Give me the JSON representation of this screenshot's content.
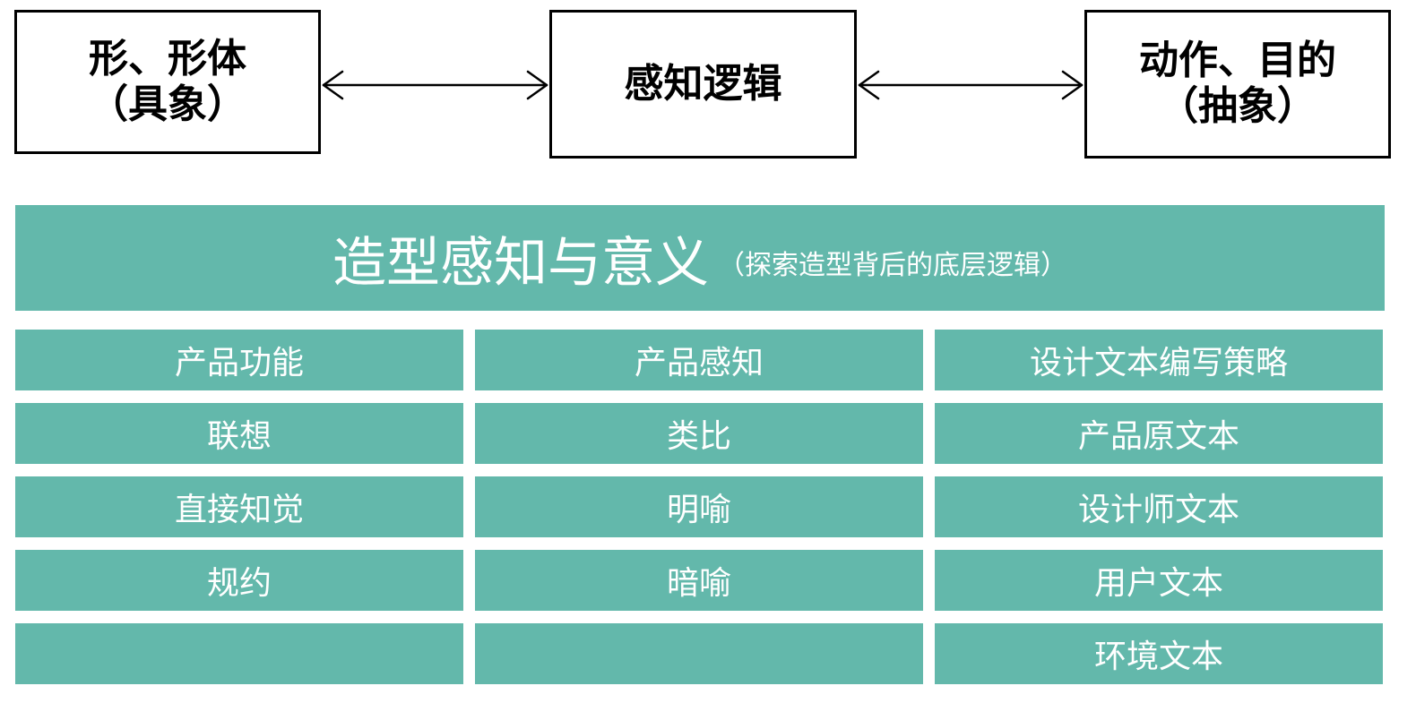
{
  "top_boxes": {
    "left": {
      "line1": "形、形体",
      "line2": "（具象）"
    },
    "middle": {
      "line1": "感知逻辑"
    },
    "right": {
      "line1": "动作、目的",
      "line2": "（抽象）"
    }
  },
  "banner": {
    "title": "造型感知与意义",
    "subtitle": "（探索造型背后的底层逻辑）"
  },
  "columns": [
    {
      "header": "产品功能",
      "items": [
        "联想",
        "直接知觉",
        "规约",
        ""
      ]
    },
    {
      "header": "产品感知",
      "items": [
        "类比",
        "明喻",
        "暗喻",
        ""
      ]
    },
    {
      "header": "设计文本编写策略",
      "items": [
        "产品原文本",
        "设计师文本",
        "用户文本",
        "环境文本"
      ]
    }
  ],
  "colors": {
    "teal": "#63b8ab",
    "border": "#000000",
    "text_on_teal": "#ffffff"
  }
}
